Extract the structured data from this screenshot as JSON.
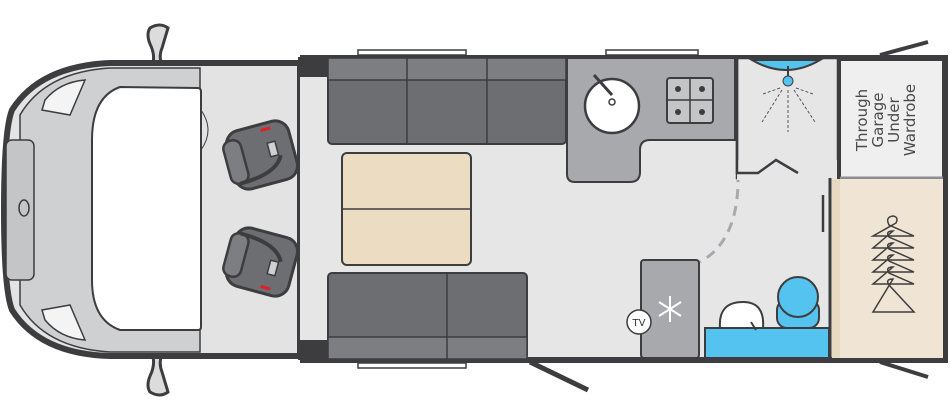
{
  "floorplan": {
    "labels": {
      "garage_line1": "Through",
      "garage_line2": "Garage",
      "garage_line3": "Under",
      "garage_line4": "Wardrobe",
      "tv": "TV"
    },
    "icons": [
      "seat-icon",
      "seatbelt-icon",
      "sink-icon",
      "hob-icon",
      "snowflake-icon",
      "tv-icon",
      "shower-head-icon",
      "toilet-icon",
      "washbasin-icon",
      "hanger-icon"
    ],
    "colors": {
      "wall": "#3d3d3f",
      "floor": "#e6e6e7",
      "sofa": "#6d6e71",
      "kitchen": "#a7a9ac",
      "table": "#ecdcc1",
      "wardrobe": "#f0e5d4",
      "garage": "#efefef",
      "bathroom_blue": "#55c3ef",
      "seat_red": "#e41e26"
    }
  }
}
